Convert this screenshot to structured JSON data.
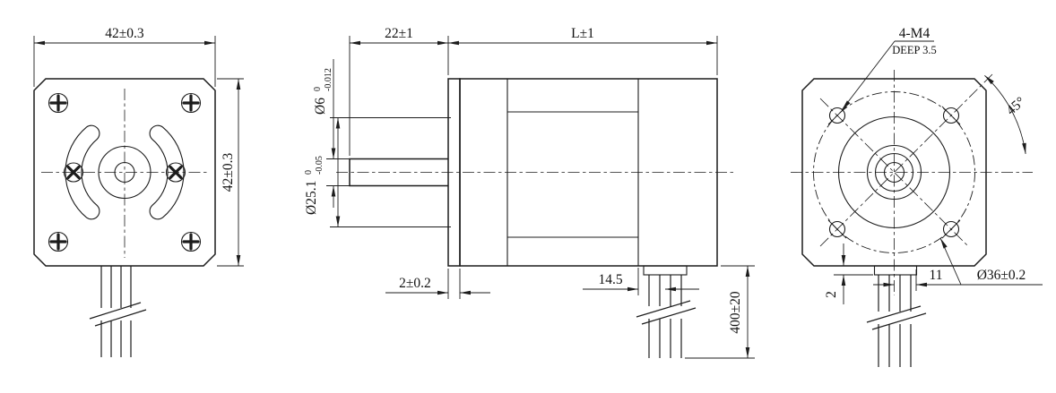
{
  "front_view": {
    "width_dim": "42±0.3",
    "height_dim": "42±0.3"
  },
  "side_view": {
    "shaft_length_dim": "22±1",
    "body_length_dim": "L±1",
    "shaft_dia": "Ø6",
    "shaft_dia_tol_upper": "0",
    "shaft_dia_tol_lower": "-0.012",
    "pilot_dia": "Ø25.1",
    "pilot_dia_tol_upper": "0",
    "pilot_dia_tol_lower": "-0.05",
    "boss_thickness_dim": "2±0.2",
    "wire_position_dim": "14.5",
    "lead_length_dim": "400±20"
  },
  "rear_view": {
    "mount_holes_label": "4-M4",
    "mount_holes_depth": "DEEP 3.5",
    "holes_angle_dim": "45°",
    "wire_position_dim": "11",
    "bolt_circle_dim": "Ø36±0.2",
    "wire_exit_dim": "2"
  }
}
